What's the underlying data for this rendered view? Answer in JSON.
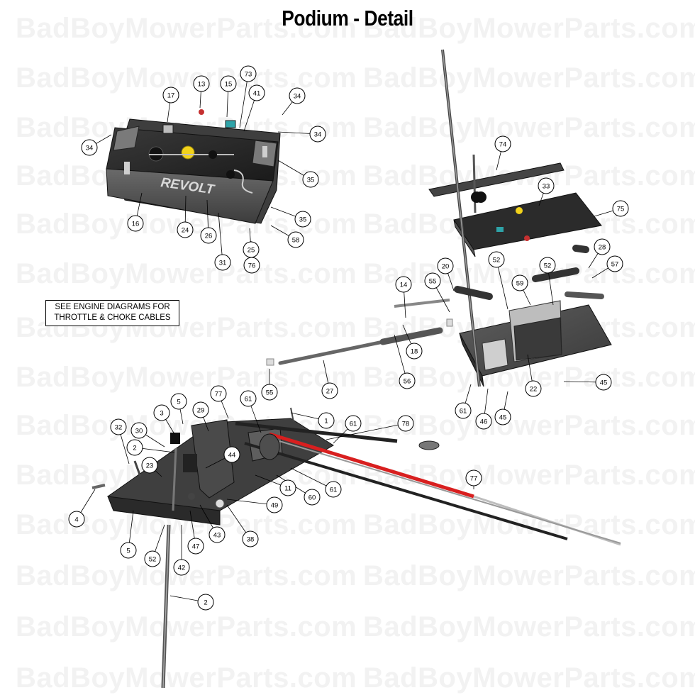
{
  "title": "Podium - Detail",
  "watermark": "BadBoyMowerParts.com",
  "note": {
    "line1": "SEE ENGINE DIAGRAMS FOR",
    "line2": "THROTTLE & CHOKE CABLES"
  },
  "logo_text": "REVOLT",
  "callouts": [
    "13",
    "15",
    "73",
    "41",
    "17",
    "34",
    "34",
    "34",
    "35",
    "35",
    "58",
    "25",
    "76",
    "31",
    "26",
    "24",
    "16",
    "74",
    "33",
    "75",
    "28",
    "57",
    "52",
    "52",
    "59",
    "20",
    "55",
    "14",
    "18",
    "56",
    "22",
    "45",
    "45",
    "46",
    "61",
    "55",
    "27",
    "77",
    "61",
    "1",
    "61",
    "78",
    "5",
    "3",
    "29",
    "32",
    "30",
    "2",
    "44",
    "23",
    "11",
    "60",
    "61",
    "77",
    "4",
    "49",
    "38",
    "43",
    "47",
    "42",
    "52",
    "5",
    "2"
  ],
  "colors": {
    "part_dark": "#2b2b2b",
    "part_mid": "#575757",
    "part_light": "#9a9a9a",
    "cable_red": "#d81f1f",
    "knob_yellow": "#f2d21b",
    "watermark": "#f2f2f2"
  }
}
